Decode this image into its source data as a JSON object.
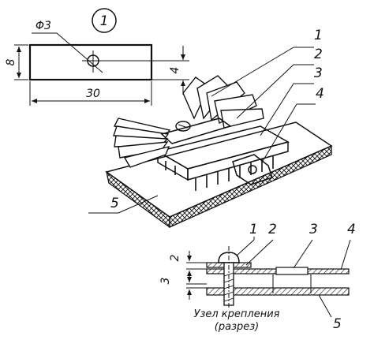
{
  "drawing": {
    "circled_number": "1",
    "plate": {
      "hole_label": "Φ3",
      "width_label": "30",
      "height_label": "8",
      "hole_offset_label": "4"
    },
    "callouts_iso": [
      "1",
      "2",
      "3",
      "4",
      "5"
    ],
    "callouts_section": [
      "1",
      "2",
      "3",
      "4",
      "5"
    ],
    "section_dims": [
      "2",
      "3"
    ],
    "caption_line1": "Узел крепления",
    "caption_line2": "(разрез)"
  }
}
